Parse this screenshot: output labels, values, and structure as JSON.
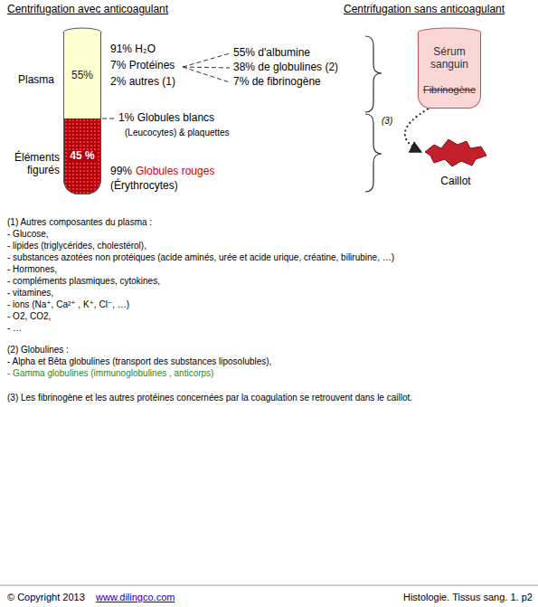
{
  "diagram": {
    "nodes": [
      {
        "text": [
          "55%"
        ]
      },
      {
        "text": [
          "45 %"
        ]
      },
      {
        "text": [
          "Sérum sanguin",
          "Fibrinogène"
        ]
      },
      {
        "text": [
          "Caillot"
        ]
      }
    ],
    "edges": [
      {
        "from": 2,
        "to": 3,
        "arrow": "to",
        "label": "(3)"
      }
    ],
    "labels": [
      "Centrifugation avec anticoagulant",
      "Centrifugation sans anticoagulant",
      "Plasma",
      "Éléments figurés",
      "91% H₂O",
      "7% Protéines",
      "2% autres (1)",
      "55% d'albumine",
      "38% de globulines (2)",
      "7% de fibrinogène",
      "1% Globules blancs",
      "(Leucocytes)  & plaquettes",
      "99%",
      "Globules rouges",
      "(Érythrocytes)",
      "(1) Autres composantes du plasma :",
      "- Glucose,",
      "- lipides (triglycérides, cholestérol),",
      "- substances azotées non protéiques (acide aminés, urée et acide urique, créatine, bilirubine, …)",
      "- Hormones,",
      "- compléments plasmiques, cytokines,",
      "- vitamines,",
      "- ions (Na⁺, Ca²⁺ , K⁺, Cl⁻, …)",
      "- O2, CO2,",
      "- …",
      "(2) Globulines :",
      "- Alpha et Bêta globulines (transport des substances liposolubles),",
      "- Gamma globulines (immunoglobulines , anticorps)",
      "(3) Les fibrinogène et les autres protéines concernées par la coagulation se retrouvent dans le caillot.",
      "© Copyright 2013",
      "www.dilingco.com",
      "Histologie. Tissus sang. 1.  p2"
    ]
  }
}
